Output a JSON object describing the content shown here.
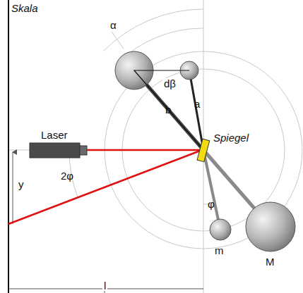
{
  "diagram": {
    "labels": [
      "Skala",
      "α",
      "dβ",
      "a",
      "b",
      "Laser",
      "Spiegel",
      "y",
      "2φ",
      "φ",
      "m",
      "M",
      "l"
    ]
  }
}
